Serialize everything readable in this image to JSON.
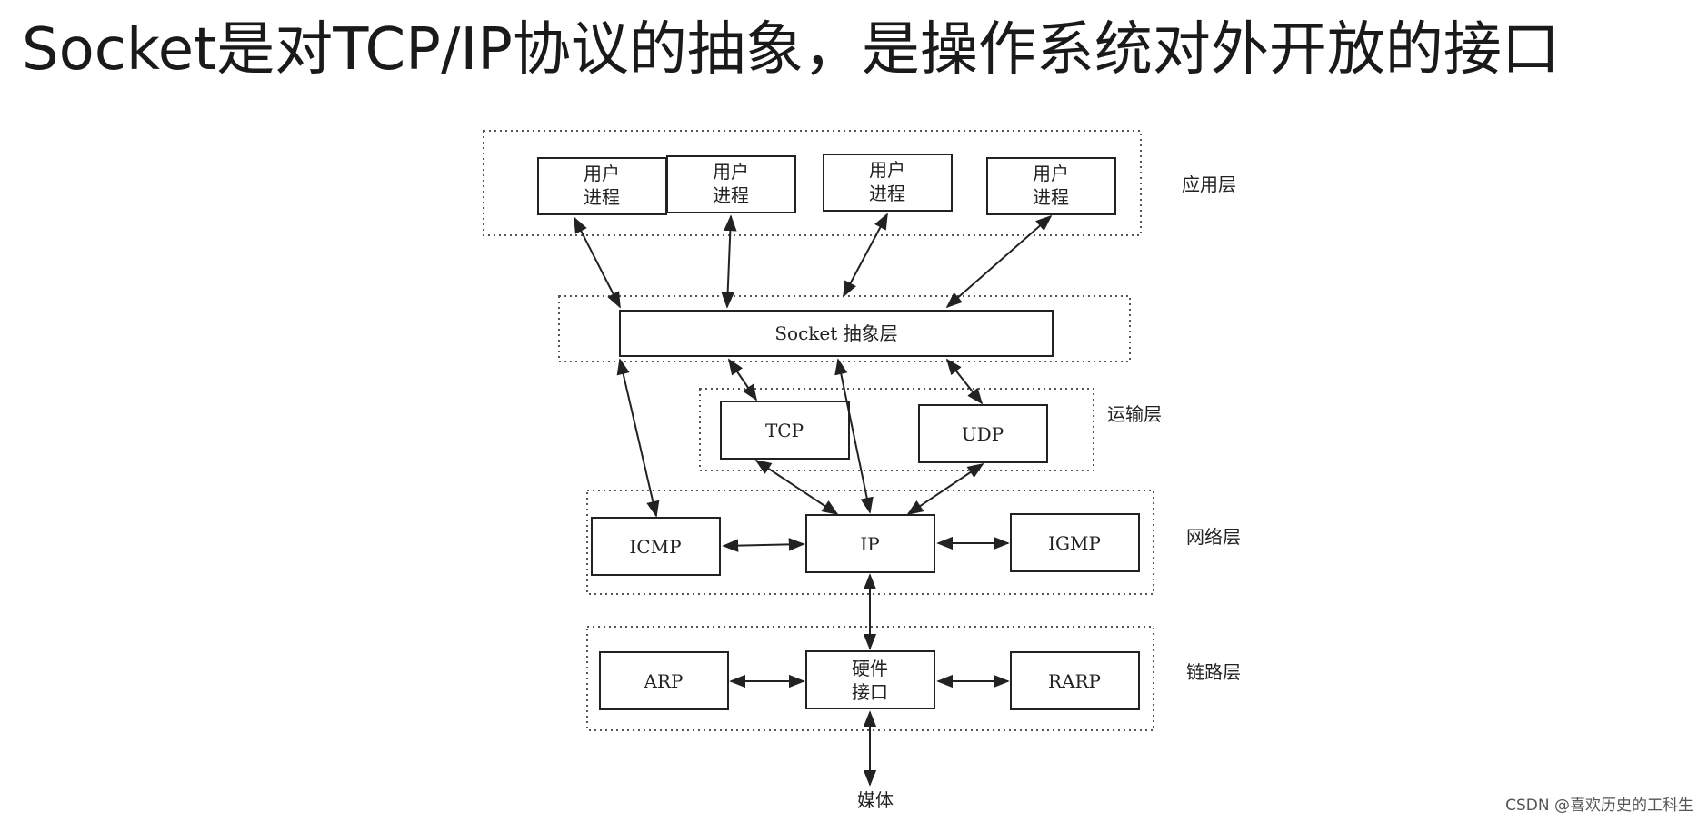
{
  "title": "Socket是对TCP/IP协议的抽象，是操作系统对外开放的接口",
  "layers": {
    "application": "应用层",
    "transport": "运输层",
    "network": "网络层",
    "link": "链路层"
  },
  "boxes": {
    "user_process_line1": "用户",
    "user_process_line2": "进程",
    "socket": "Socket 抽象层",
    "tcp": "TCP",
    "udp": "UDP",
    "icmp": "ICMP",
    "ip": "IP",
    "igmp": "IGMP",
    "arp": "ARP",
    "hw_line1": "硬件",
    "hw_line2": "接口",
    "rarp": "RARP"
  },
  "media": "媒体",
  "footer": "CSDN @喜欢历史的工科生"
}
